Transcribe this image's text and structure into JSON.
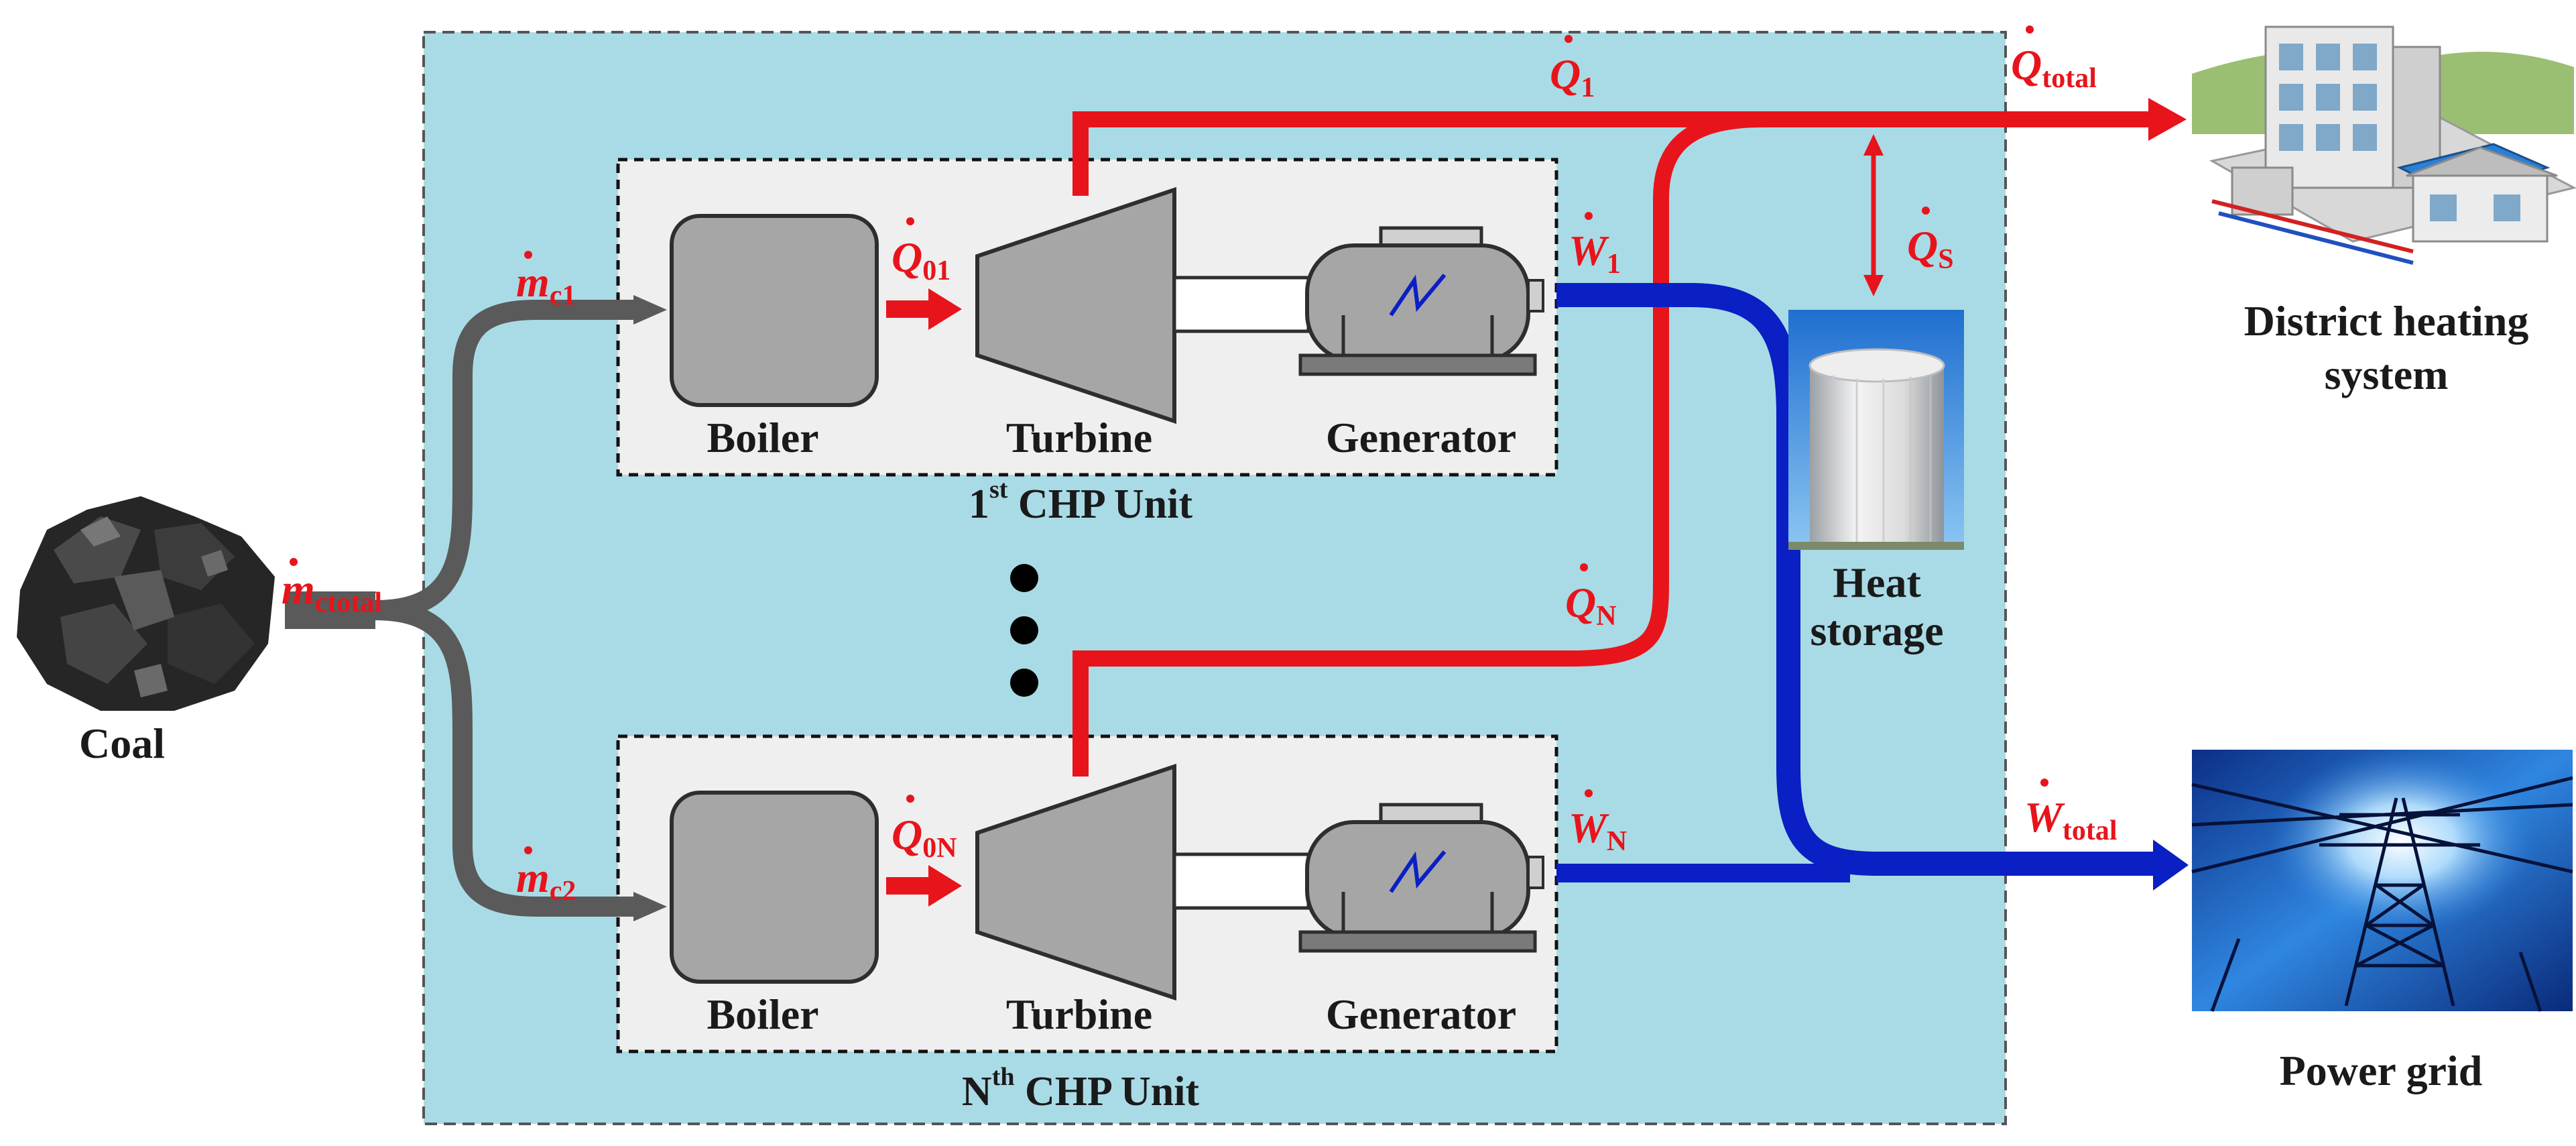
{
  "colors": {
    "heat": "#e8141b",
    "power": "#0a1fc4",
    "fuel": "#5a5a5a",
    "plant_bg": "#a9dbe6",
    "unit_bg": "#efefef",
    "equipment": "#a6a6a6"
  },
  "sources": {
    "coal_label": "Coal"
  },
  "units": [
    {
      "unit_prefix": "1",
      "unit_suffix": "st",
      "unit_label": " CHP Unit",
      "boiler_label": "Boiler",
      "turbine_label": "Turbine",
      "generator_label": "Generator"
    },
    {
      "unit_prefix": "N",
      "unit_suffix": "th",
      "unit_label": " CHP Unit",
      "boiler_label": "Boiler",
      "turbine_label": "Turbine",
      "generator_label": "Generator"
    }
  ],
  "sinks": {
    "district_heating_line1": "District heating",
    "district_heating_line2": "system",
    "heat_storage_line1": "Heat",
    "heat_storage_line2": "storage",
    "power_grid_label": "Power grid"
  },
  "symbols": {
    "m_total": {
      "base": "m",
      "sub": "ctotal"
    },
    "m_c1": {
      "base": "m",
      "sub": "c1"
    },
    "m_c2": {
      "base": "m",
      "sub": "c2"
    },
    "Q_01": {
      "base": "Q",
      "sub": "01"
    },
    "Q_0N": {
      "base": "Q",
      "sub": "0N"
    },
    "Q_1": {
      "base": "Q",
      "sub": "1"
    },
    "Q_N": {
      "base": "Q",
      "sub": "N"
    },
    "Q_total": {
      "base": "Q",
      "sub": "total"
    },
    "Q_S": {
      "base": "Q",
      "sub": "S"
    },
    "W_1": {
      "base": "W",
      "sub": "1"
    },
    "W_N": {
      "base": "W",
      "sub": "N"
    },
    "W_total": {
      "base": "W",
      "sub": "total"
    }
  },
  "icons": [
    "coal-icon",
    "boiler-icon",
    "turbine-icon",
    "generator-icon",
    "heat-storage-tank-icon",
    "district-heating-building-icon",
    "power-grid-tower-icon"
  ]
}
